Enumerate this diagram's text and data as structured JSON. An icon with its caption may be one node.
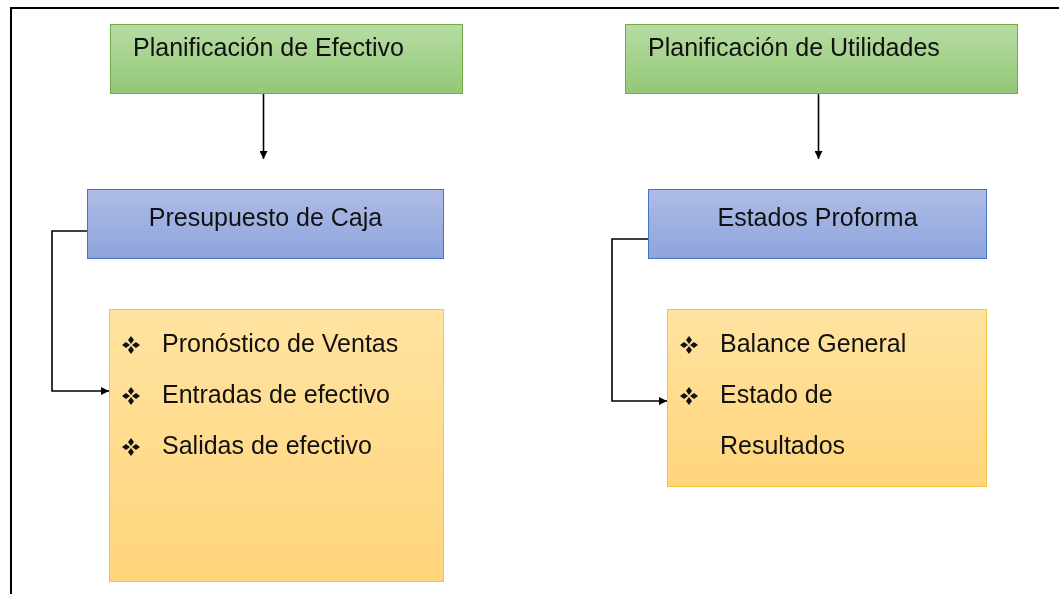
{
  "diagram": {
    "nodes": [
      {
        "text": [
          "Planificación de Efectivo"
        ]
      },
      {
        "text": [
          "Planificación de Utilidades"
        ]
      },
      {
        "text": [
          "Presupuesto de Caja"
        ]
      },
      {
        "text": [
          "Estados Proforma"
        ]
      },
      {
        "text": [
          "Pronóstico de Ventas",
          "Entradas de efectivo",
          "Salidas de efectivo"
        ]
      },
      {
        "text": [
          "Balance General",
          "Estado de Resultados"
        ]
      }
    ],
    "edges": [
      {
        "from": 0,
        "to": 2,
        "arrow": "to"
      },
      {
        "from": 1,
        "to": 3,
        "arrow": "to"
      },
      {
        "from": 2,
        "to": 4,
        "arrow": "to"
      },
      {
        "from": 3,
        "to": 5,
        "arrow": "to"
      }
    ]
  }
}
